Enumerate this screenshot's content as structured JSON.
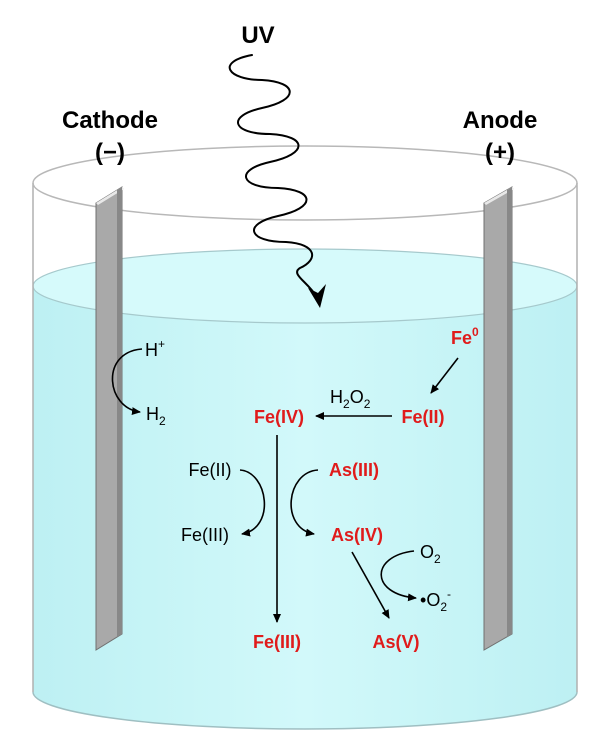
{
  "uv_label": "UV",
  "cathode": {
    "name": "Cathode",
    "sign": "(−)"
  },
  "anode": {
    "name": "Anode",
    "sign": "(+)"
  },
  "species": {
    "h_plus_base": "H",
    "h_plus_sup": "+",
    "h2_base": "H",
    "h2_sub": "2",
    "fe0_base": "Fe",
    "fe0_sup": "0",
    "h2o2_a": "H",
    "h2o2_a_sub": "2",
    "h2o2_b": "O",
    "h2o2_b_sub": "2",
    "fe_ii_red": "Fe(II)",
    "fe_iv": "Fe(IV)",
    "fe_ii_black": "Fe(II)",
    "as_iii": "As(III)",
    "fe_iii_black": "Fe(III)",
    "as_iv": "As(IV)",
    "o2_base": "O",
    "o2_sub": "2",
    "superoxide_dot": "•",
    "superoxide_base": "O",
    "superoxide_sub": "2",
    "superoxide_sup": "-",
    "fe_iii_red": "Fe(III)",
    "as_v": "As(V)"
  },
  "colors": {
    "red_species": "#e01b1b",
    "water": "#c8f6f8",
    "electrode": "#a6a6a6"
  }
}
